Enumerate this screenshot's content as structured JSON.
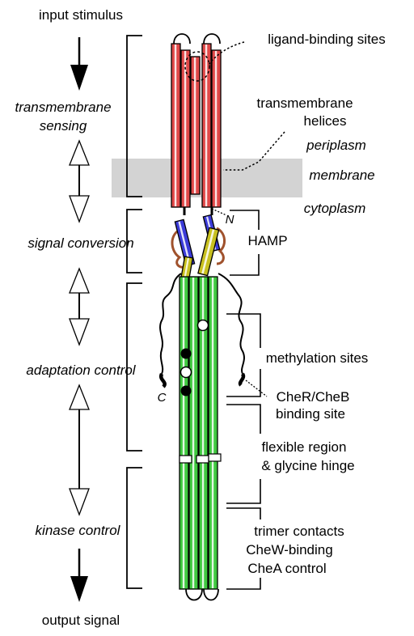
{
  "stages": {
    "input": "input stimulus",
    "sensing_1": "transmembrane",
    "sensing_2": "sensing",
    "conversion": "signal conversion",
    "adaptation": "adaptation control",
    "kinase": "kinase control",
    "output": "output signal"
  },
  "features": {
    "ligand": "ligand-binding sites",
    "tm_helices_1": "transmembrane",
    "tm_helices_2": "helices",
    "periplasm": "periplasm",
    "membrane": "membrane",
    "cytoplasm": "cytoplasm",
    "n_term": "N",
    "c_term": "C",
    "hamp": "HAMP",
    "methylation": "methylation sites",
    "cher_1": "CheR/CheB",
    "cher_2": "binding site",
    "flex_1": "flexible region",
    "flex_2": "& glycine hinge",
    "trimer_1": "trimer contacts",
    "trimer_2": "CheW-binding",
    "trimer_3": "CheA control"
  },
  "colors": {
    "periplasmic_helix": "#e04848",
    "cytoplasmic_helix": "#3fc83f",
    "hamp_as1": "#3b3bd8",
    "hamp_as2": "#c8c020",
    "hamp_linker": "#a0522d",
    "membrane_band": "#d3d3d3"
  }
}
